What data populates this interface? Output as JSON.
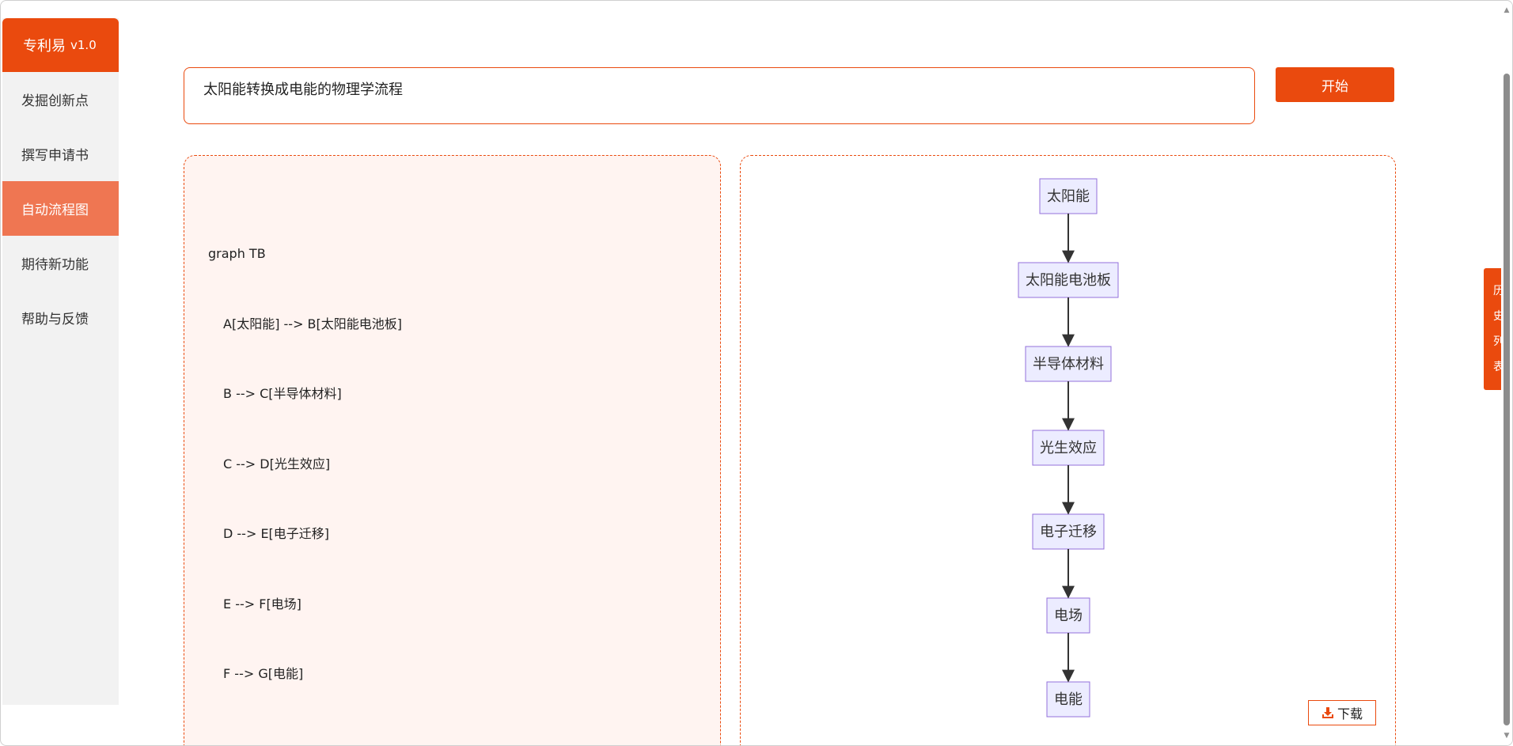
{
  "app": {
    "brand_name": "专利易",
    "version": "v1.0"
  },
  "sidebar": {
    "items": [
      {
        "label": "发掘创新点",
        "active": false
      },
      {
        "label": "撰写申请书",
        "active": false
      },
      {
        "label": "自动流程图",
        "active": true
      },
      {
        "label": "期待新功能",
        "active": false
      },
      {
        "label": "帮助与反馈",
        "active": false
      }
    ]
  },
  "prompt": {
    "value": "太阳能转换成电能的物理学流程"
  },
  "start_button": {
    "label": "开始"
  },
  "code": {
    "lines": [
      "graph TB",
      "A[太阳能] --> B[太阳能电池板]",
      "B --> C[半导体材料]",
      "C --> D[光生效应]",
      "D --> E[电子迁移]",
      "E --> F[电场]",
      "F --> G[电能]"
    ]
  },
  "flowchart": {
    "direction": "TB",
    "nodes": [
      {
        "id": "A",
        "label": "太阳能"
      },
      {
        "id": "B",
        "label": "太阳能电池板"
      },
      {
        "id": "C",
        "label": "半导体材料"
      },
      {
        "id": "D",
        "label": "光生效应"
      },
      {
        "id": "E",
        "label": "电子迁移"
      },
      {
        "id": "F",
        "label": "电场"
      },
      {
        "id": "G",
        "label": "电能"
      }
    ],
    "edges": [
      [
        "A",
        "B"
      ],
      [
        "B",
        "C"
      ],
      [
        "C",
        "D"
      ],
      [
        "D",
        "E"
      ],
      [
        "E",
        "F"
      ],
      [
        "F",
        "G"
      ]
    ],
    "node_fill": "#ececff",
    "node_stroke": "#9370db",
    "edge_color": "#333333"
  },
  "download_button": {
    "label": "下载",
    "icon": "download-icon"
  },
  "history_tab": {
    "chars": [
      "历",
      "史",
      "列",
      "表"
    ]
  },
  "colors": {
    "accent": "#ea4a0e",
    "active_nav": "#ef7652",
    "code_bg": "#fff4f1",
    "sidebar_bg": "#f2f2f2"
  }
}
